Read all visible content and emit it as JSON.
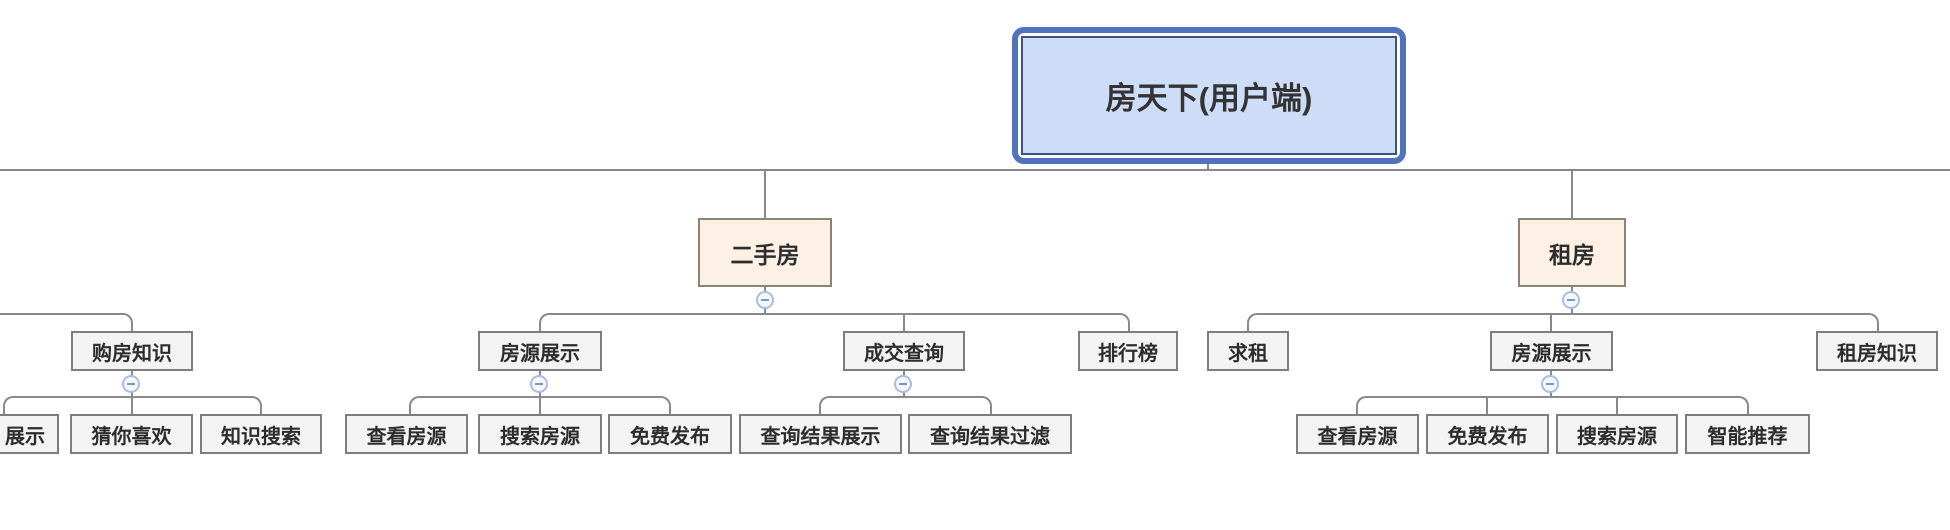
{
  "app": {
    "view": "mindmap-canvas",
    "collapse_icon": "minus-circle"
  },
  "colors": {
    "root_border": "#5173bd",
    "root_inner_border": "#3d5380",
    "root_fill": "#cdddf7",
    "level2_fill": "#fdf1e6",
    "level2_border": "#8b8278",
    "node_fill": "#f3f3f3",
    "node_border": "#7d7d7d",
    "connector": "#898989",
    "collapse_ring": "#a9bce8",
    "collapse_minus": "#8095c5"
  },
  "mindmap": {
    "root": {
      "label": "房天下(用户端)"
    },
    "left_partial_branch": {
      "node": {
        "label": "购房知识"
      },
      "children": [
        {
          "label": "展示",
          "truncated": true
        },
        {
          "label": "猜你喜欢"
        },
        {
          "label": "知识搜索"
        }
      ]
    },
    "branches": [
      {
        "node": {
          "label": "二手房"
        },
        "children": [
          {
            "node": {
              "label": "房源展示"
            },
            "children": [
              {
                "label": "查看房源"
              },
              {
                "label": "搜索房源"
              },
              {
                "label": "免费发布"
              }
            ]
          },
          {
            "node": {
              "label": "成交查询"
            },
            "children": [
              {
                "label": "查询结果展示"
              },
              {
                "label": "查询结果过滤"
              }
            ]
          },
          {
            "node": {
              "label": "排行榜"
            },
            "children": []
          }
        ]
      },
      {
        "node": {
          "label": "租房"
        },
        "children": [
          {
            "node": {
              "label": "求租"
            },
            "children": []
          },
          {
            "node": {
              "label": "房源展示"
            },
            "children": [
              {
                "label": "查看房源"
              },
              {
                "label": "免费发布"
              },
              {
                "label": "搜索房源"
              },
              {
                "label": "智能推荐"
              }
            ]
          },
          {
            "node": {
              "label": "租房知识"
            },
            "children": []
          }
        ]
      }
    ]
  }
}
